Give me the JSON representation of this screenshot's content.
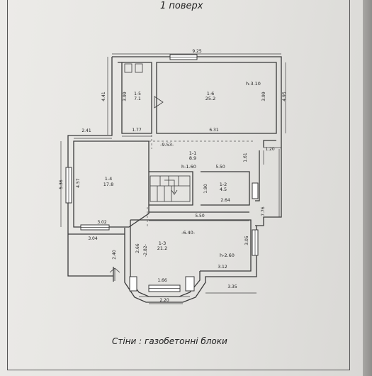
{
  "title": "1 поверх",
  "walls_note": "Стіни :  газобетонні блоки",
  "rooms": [
    {
      "id": "1-1",
      "area": "8.9"
    },
    {
      "id": "1-2",
      "area": "4.5"
    },
    {
      "id": "1-3",
      "area": "21.2"
    },
    {
      "id": "1-4",
      "area": "17.8"
    },
    {
      "id": "1-5",
      "area": "7.1"
    },
    {
      "id": "1-6",
      "area": "25.2"
    }
  ],
  "heights": {
    "h_top": "h-3.10",
    "h_stair": "h-1.60",
    "h_living": "h-2.60"
  },
  "levels": {
    "l1": "-9.53-",
    "l2": "-6.40-"
  },
  "dims": {
    "d925": "9.25",
    "d441": "4.41",
    "d399a": "3.99",
    "d399b": "3.99",
    "d495": "4.95",
    "d177": "1.77",
    "d631": "6.31",
    "d241": "2.41",
    "d161": "1.61",
    "d120": "1.20",
    "d550a": "5.50",
    "d536": "5.36",
    "d457": "4.57",
    "d190": "1.90",
    "d264": "2.64",
    "d550b": "5.50",
    "d776": "7.76",
    "d302": "3.02",
    "d304": "3.04",
    "d305": "3.05",
    "d240": "2.40",
    "d266": "2.66",
    "d282": "-2.82-",
    "d312": "3.12",
    "d166": "1.66",
    "d335": "3.35",
    "d220": "2.20"
  }
}
